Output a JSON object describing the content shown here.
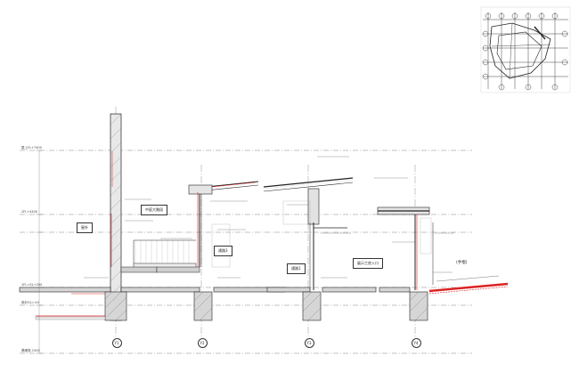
{
  "room_labels": {
    "outdoor": "屋外",
    "atrium": "中庭大階段",
    "lounge_left": "通路3",
    "lounge_mid": "通路1",
    "entrance": "展示工房入口",
    "terrace": "(手摺)"
  },
  "grid_axes": [
    "Y1",
    "Y2",
    "Y3",
    "Y4"
  ],
  "levels": {
    "top": "屋上FL+7400",
    "roof": "2FL+4400",
    "first": "1FL=GL+200",
    "gl": "設計GL=±0",
    "base": "基礎底-1500"
  },
  "colors": {
    "linework": "#333333",
    "highlight": "#dd2222",
    "background": "#ffffff"
  }
}
